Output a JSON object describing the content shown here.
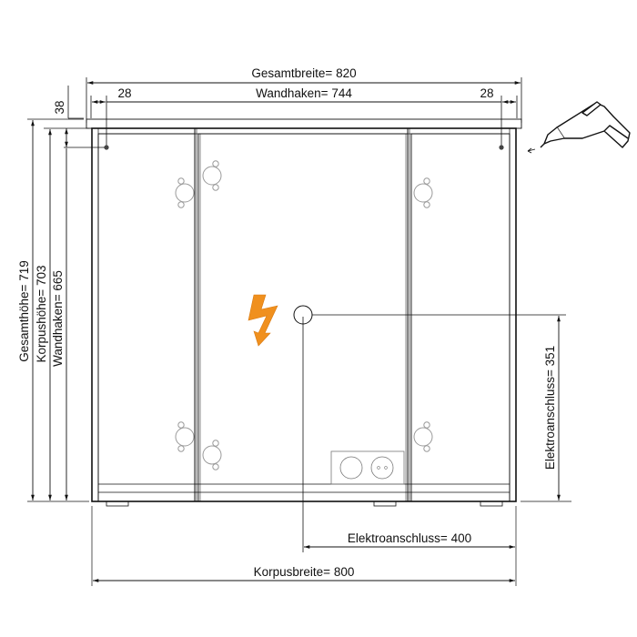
{
  "drawing": {
    "type": "technical-dimension-drawing",
    "subject": "three-door mirror cabinet, front view",
    "dimensions": {
      "total_width": {
        "label": "Gesamtbreite=",
        "value": "820"
      },
      "hook_width": {
        "label": "Wandhaken=",
        "value": "744"
      },
      "hook_offset_left": {
        "value": "28"
      },
      "hook_offset_right": {
        "value": "28"
      },
      "top_offset": {
        "value": "38"
      },
      "total_height": {
        "label": "Gesamthöhe=",
        "value": "719"
      },
      "body_height": {
        "label": "Korpushöhe=",
        "value": "703"
      },
      "hook_height": {
        "label": "Wandhaken=",
        "value": "665"
      },
      "electric_height": {
        "label": "Elektroanschluss=",
        "value": "351"
      },
      "electric_width": {
        "label": "Elektroanschluss=",
        "value": "400"
      },
      "body_width": {
        "label": "Korpusbreite=",
        "value": "800"
      }
    },
    "colors": {
      "line": "#111111",
      "hinge": "#9a9a9a",
      "lightning": "#f0901e"
    },
    "icons": [
      "drill-icon",
      "lightning-icon",
      "socket-icon",
      "hinge-icon",
      "cable-entry-icon",
      "wall-hook-icon"
    ]
  }
}
